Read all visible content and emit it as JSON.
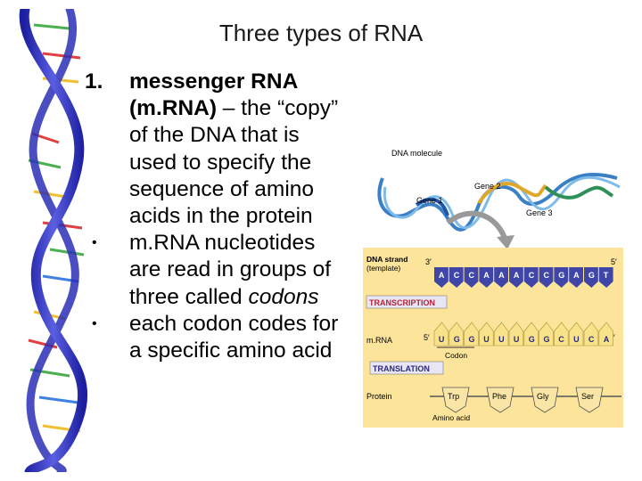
{
  "slide": {
    "title": "Three types of RNA"
  },
  "list": {
    "item1": {
      "marker": "1.",
      "term": "messenger RNA (m.RNA)",
      "rest": " – the “copy” of the DNA that is used to specify the sequence of amino acids in the protein"
    },
    "item2": {
      "marker": "•",
      "text_before": "m.RNA nucleotides are read in groups of three called ",
      "italic": "codons"
    },
    "item3": {
      "marker": "•",
      "text": "each codon codes for a specific amino acid"
    }
  },
  "figure": {
    "dna_molecule_label": "DNA molecule",
    "gene1": "Gene 1",
    "gene2": "Gene 2",
    "gene3": "Gene 3",
    "dna_strand_label": "DNA strand",
    "template_label": "(template)",
    "three_prime": "3′",
    "five_prime": "5′",
    "dna_bases": [
      "A",
      "C",
      "C",
      "A",
      "A",
      "A",
      "C",
      "C",
      "G",
      "A",
      "G",
      "T"
    ],
    "transcription": "TRANSCRIPTION",
    "mrna_label": "m.RNA",
    "mrna_five": "5′",
    "mrna_three": "3′",
    "mrna_bases": [
      "U",
      "G",
      "G",
      "U",
      "U",
      "U",
      "G",
      "G",
      "C",
      "U",
      "C",
      "A"
    ],
    "codon_label": "Codon",
    "translation": "TRANSLATION",
    "protein_label": "Protein",
    "amino_acids": [
      "Trp",
      "Phe",
      "Gly",
      "Ser"
    ],
    "amino_acid_label": "Amino acid",
    "colors": {
      "panel": "#fce49a",
      "dna_base": "#3f46a8",
      "mrna_base": "#f8e38a",
      "transcription_bg": "#e8e6f3",
      "transcription_text": "#b3243a",
      "translation_bg": "#e8e6f3",
      "translation_text": "#2a2a7a",
      "amino_acid": "#f9e5a6"
    }
  }
}
